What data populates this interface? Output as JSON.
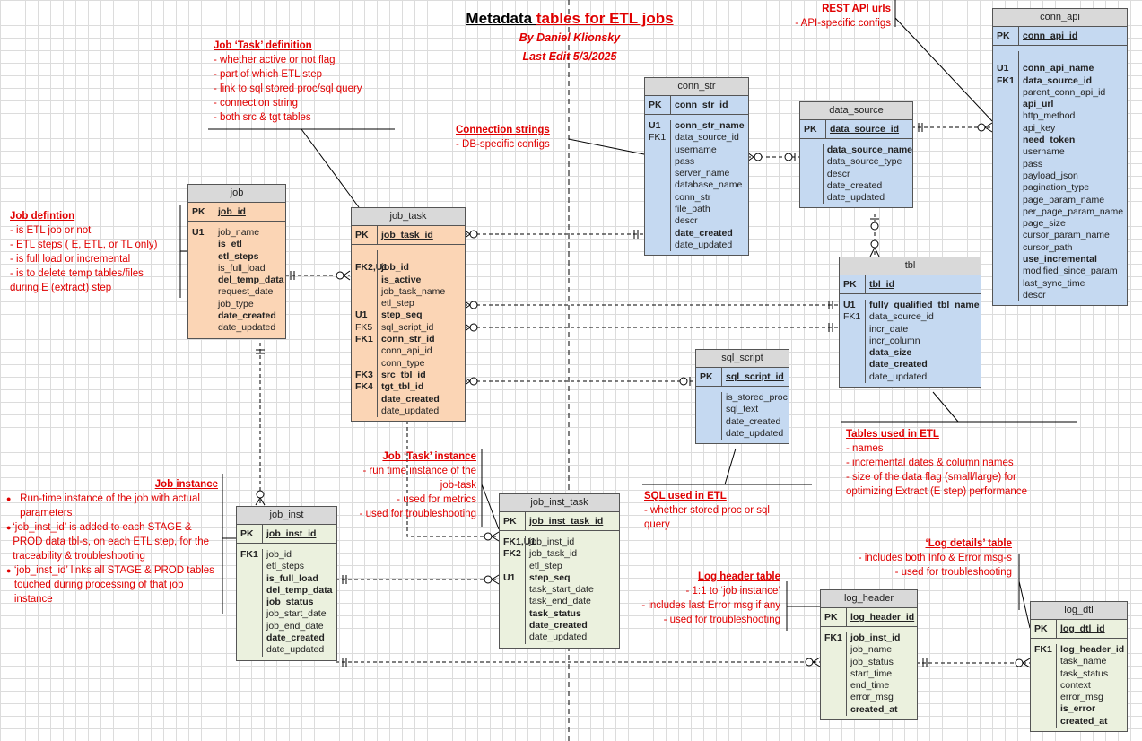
{
  "title": {
    "black": "Metadata ",
    "red": "tables for ETL jobs",
    "author": "By Daniel Klionsky",
    "edit": "Last Edit 5/3/2025"
  },
  "tables": {
    "job": {
      "name": "job",
      "pk_label": "PK",
      "pk": "job_id",
      "rows": [
        {
          "k": "U1",
          "f": "job_name"
        },
        {
          "k": "",
          "f": "is_etl",
          "b": true
        },
        {
          "k": "",
          "f": "etl_steps",
          "b": true
        },
        {
          "k": "",
          "f": "is_full_load"
        },
        {
          "k": "",
          "f": "del_temp_data",
          "b": true
        },
        {
          "k": "",
          "f": "request_date"
        },
        {
          "k": "",
          "f": "job_type"
        },
        {
          "k": "",
          "f": "date_created",
          "b": true
        },
        {
          "k": "",
          "f": "date_updated"
        }
      ]
    },
    "job_task": {
      "name": "job_task",
      "pk_label": "PK",
      "pk": "job_task_id",
      "rows": [
        {
          "k": "",
          "f": ""
        },
        {
          "k": "FK2,U1",
          "f": "job_id",
          "b": true
        },
        {
          "k": "",
          "f": "is_active",
          "b": true
        },
        {
          "k": "",
          "f": "job_task_name"
        },
        {
          "k": "",
          "f": "etl_step"
        },
        {
          "k": "U1",
          "f": "step_seq",
          "b": true
        },
        {
          "k": "FK5",
          "f": "sql_script_id",
          "kn": true
        },
        {
          "k": "FK1",
          "f": "conn_str_id",
          "b": true
        },
        {
          "k": "",
          "f": "conn_api_id"
        },
        {
          "k": "",
          "f": "conn_type"
        },
        {
          "k": "FK3",
          "f": "src_tbl_id",
          "b": true
        },
        {
          "k": "FK4",
          "f": "tgt_tbl_id",
          "b": true
        },
        {
          "k": "",
          "f": "date_created",
          "b": true
        },
        {
          "k": "",
          "f": "date_updated"
        }
      ]
    },
    "conn_str": {
      "name": "conn_str",
      "pk_label": "PK",
      "pk": "conn_str_id",
      "rows": [
        {
          "k": "U1",
          "f": "conn_str_name",
          "b": true
        },
        {
          "k": "FK1",
          "f": "data_source_id",
          "kn": true
        },
        {
          "k": "",
          "f": "username"
        },
        {
          "k": "",
          "f": "pass"
        },
        {
          "k": "",
          "f": "server_name"
        },
        {
          "k": "",
          "f": "database_name"
        },
        {
          "k": "",
          "f": "conn_str"
        },
        {
          "k": "",
          "f": "file_path"
        },
        {
          "k": "",
          "f": "descr"
        },
        {
          "k": "",
          "f": "date_created",
          "b": true
        },
        {
          "k": "",
          "f": "date_updated"
        }
      ]
    },
    "data_source": {
      "name": "data_source",
      "pk_label": "PK",
      "pk": "data_source_id",
      "rows": [
        {
          "k": "",
          "f": "data_source_name",
          "b": true
        },
        {
          "k": "",
          "f": "data_source_type"
        },
        {
          "k": "",
          "f": "descr"
        },
        {
          "k": "",
          "f": "date_created"
        },
        {
          "k": "",
          "f": "date_updated"
        }
      ]
    },
    "conn_api": {
      "name": "conn_api",
      "pk_label": "PK",
      "pk": "conn_api_id",
      "rows": [
        {
          "k": "",
          "f": ""
        },
        {
          "k": "U1",
          "f": "conn_api_name",
          "b": true
        },
        {
          "k": "FK1",
          "f": "data_source_id",
          "b": true
        },
        {
          "k": "",
          "f": "parent_conn_api_id"
        },
        {
          "k": "",
          "f": "api_url",
          "b": true
        },
        {
          "k": "",
          "f": "http_method"
        },
        {
          "k": "",
          "f": "api_key"
        },
        {
          "k": "",
          "f": "need_token",
          "b": true
        },
        {
          "k": "",
          "f": "username"
        },
        {
          "k": "",
          "f": "pass"
        },
        {
          "k": "",
          "f": "payload_json"
        },
        {
          "k": "",
          "f": "pagination_type"
        },
        {
          "k": "",
          "f": "page_param_name"
        },
        {
          "k": "",
          "f": "per_page_param_name"
        },
        {
          "k": "",
          "f": "page_size"
        },
        {
          "k": "",
          "f": "cursor_param_name"
        },
        {
          "k": "",
          "f": "cursor_path"
        },
        {
          "k": "",
          "f": "use_incremental",
          "b": true
        },
        {
          "k": "",
          "f": "modified_since_param"
        },
        {
          "k": "",
          "f": "last_sync_time"
        },
        {
          "k": "",
          "f": "descr"
        }
      ]
    },
    "tbl": {
      "name": "tbl",
      "pk_label": "PK",
      "pk": "tbl_id",
      "rows": [
        {
          "k": "U1",
          "f": "fully_qualified_tbl_name",
          "b": true
        },
        {
          "k": "FK1",
          "f": "data_source_id",
          "kn": true
        },
        {
          "k": "",
          "f": "incr_date"
        },
        {
          "k": "",
          "f": "incr_column"
        },
        {
          "k": "",
          "f": "data_size",
          "b": true
        },
        {
          "k": "",
          "f": "date_created",
          "b": true
        },
        {
          "k": "",
          "f": "date_updated"
        }
      ]
    },
    "sql_script": {
      "name": "sql_script",
      "pk_label": "PK",
      "pk": "sql_script_id",
      "rows": [
        {
          "k": "",
          "f": "is_stored_proc"
        },
        {
          "k": "",
          "f": "sql_text"
        },
        {
          "k": "",
          "f": "date_created"
        },
        {
          "k": "",
          "f": "date_updated"
        }
      ]
    },
    "job_inst": {
      "name": "job_inst",
      "pk_label": "PK",
      "pk": "job_inst_id",
      "rows": [
        {
          "k": "FK1",
          "f": "job_id"
        },
        {
          "k": "",
          "f": "etl_steps"
        },
        {
          "k": "",
          "f": "is_full_load",
          "b": true
        },
        {
          "k": "",
          "f": "del_temp_data",
          "b": true
        },
        {
          "k": "",
          "f": "job_status",
          "b": true
        },
        {
          "k": "",
          "f": "job_start_date"
        },
        {
          "k": "",
          "f": "job_end_date"
        },
        {
          "k": "",
          "f": "date_created",
          "b": true
        },
        {
          "k": "",
          "f": "date_updated"
        }
      ]
    },
    "job_inst_task": {
      "name": "job_inst_task",
      "pk_label": "PK",
      "pk": "job_inst_task_id",
      "rows": [
        {
          "k": "FK1,U1",
          "f": "job_inst_id"
        },
        {
          "k": "FK2",
          "f": "job_task_id"
        },
        {
          "k": "",
          "f": "etl_step"
        },
        {
          "k": "U1",
          "f": "step_seq",
          "b": true
        },
        {
          "k": "",
          "f": "task_start_date"
        },
        {
          "k": "",
          "f": "task_end_date"
        },
        {
          "k": "",
          "f": "task_status",
          "b": true
        },
        {
          "k": "",
          "f": "date_created",
          "b": true
        },
        {
          "k": "",
          "f": "date_updated"
        }
      ]
    },
    "log_header": {
      "name": "log_header",
      "pk_label": "PK",
      "pk": "log_header_id",
      "rows": [
        {
          "k": "FK1",
          "f": "job_inst_id",
          "b": true
        },
        {
          "k": "",
          "f": "job_name"
        },
        {
          "k": "",
          "f": "job_status"
        },
        {
          "k": "",
          "f": "start_time"
        },
        {
          "k": "",
          "f": "end_time"
        },
        {
          "k": "",
          "f": "error_msg"
        },
        {
          "k": "",
          "f": "created_at",
          "b": true
        }
      ]
    },
    "log_dtl": {
      "name": "log_dtl",
      "pk_label": "PK",
      "pk": "log_dtl_id",
      "rows": [
        {
          "k": "FK1",
          "f": "log_header_id",
          "b": true
        },
        {
          "k": "",
          "f": "task_name"
        },
        {
          "k": "",
          "f": "task_status"
        },
        {
          "k": "",
          "f": "context"
        },
        {
          "k": "",
          "f": "error_msg"
        },
        {
          "k": "",
          "f": "is_error",
          "b": true
        },
        {
          "k": "",
          "f": "created_at",
          "b": true
        }
      ]
    }
  },
  "notes": {
    "rest_api": {
      "title": "REST API urls",
      "lines": [
        "- API-specific configs"
      ]
    },
    "job_task_def": {
      "title": "Job ‘Task’ definition",
      "lines": [
        "- whether active or not flag",
        "- part of which ETL step",
        "- link to sql stored proc/sql query",
        "- connection string",
        "- both src & tgt tables"
      ]
    },
    "job_def": {
      "title": "Job defintion",
      "lines": [
        "- is ETL job or not",
        "- ETL steps ( E, ETL, or TL only)",
        "- is full load or incremental",
        "- is to delete temp tables/files",
        "during E (extract) step"
      ]
    },
    "conn_strings": {
      "title": "Connection strings",
      "lines": [
        "- DB-specific configs"
      ]
    },
    "tables_used": {
      "title": "Tables used in ETL",
      "lines": [
        "- names",
        "- incremental dates & column names",
        "- size of the data flag (small/large) for",
        "optimizing Extract (E step) performance"
      ]
    },
    "sql_used": {
      "title": "SQL used in ETL",
      "lines": [
        "- whether stored proc or sql",
        "query"
      ]
    },
    "task_instance": {
      "title": "Job ‘Task’ instance",
      "lines": [
        "- run time instance of the",
        "job-task",
        "- used for metrics",
        "- used for troubleshooting"
      ]
    },
    "job_instance": {
      "title": "Job instance",
      "bullets": [
        "Run-time instance of the job with actual parameters",
        "‘job_inst_id’ is added to each STAGE & PROD data tbl-s, on each ETL step, for the traceability & troubleshooting",
        "‘job_inst_id’ links all STAGE & PROD tables touched during processing of that job instance"
      ]
    },
    "log_header": {
      "title": "Log header table",
      "lines": [
        "- 1:1 to ‘job instance’",
        "- includes last Error msg if any",
        "- used for troubleshooting"
      ]
    },
    "log_details": {
      "title": "‘Log details’ table",
      "lines": [
        "- includes both Info & Error msg-s",
        "- used for troubleshooting"
      ]
    }
  }
}
